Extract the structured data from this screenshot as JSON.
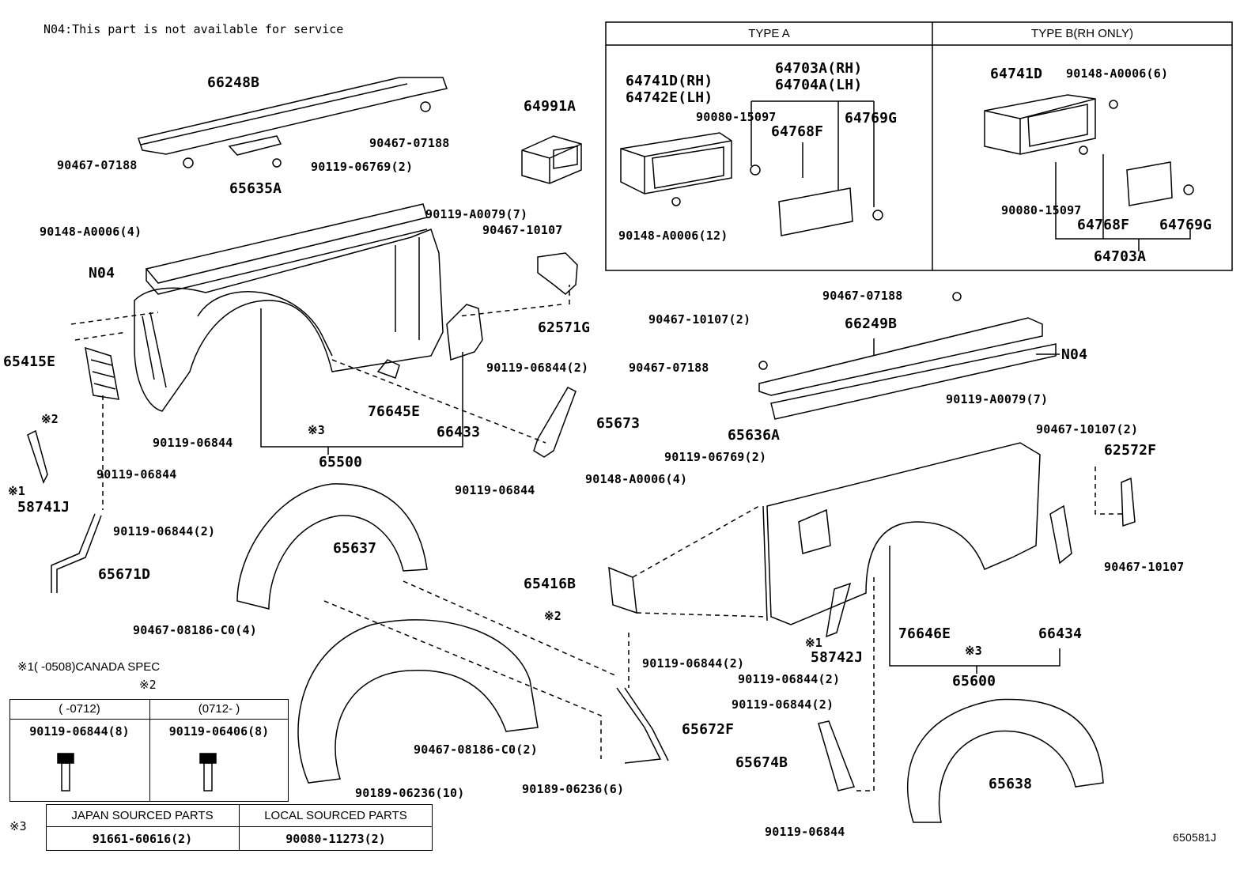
{
  "note_top": "N04:This part is not available for service",
  "ref_code": "650581J",
  "type_table": {
    "type_a": "TYPE A",
    "type_b": "TYPE B(RH ONLY)"
  },
  "labels": {
    "p66248B": "66248B",
    "p64991A": "64991A",
    "p90467_07188_a": "90467-07188",
    "p90467_07188_b": "90467-07188",
    "p90119_06769_2": "90119-06769(2)",
    "p65635A": "65635A",
    "p90148_A0006_4": "90148-A0006(4)",
    "p90119_A0079_7": "90119-A0079(7)",
    "p90467_10107": "90467-10107",
    "pN04_left": "N04",
    "p62571G": "62571G",
    "p90467_10107_2": "90467-10107(2)",
    "p65415E": "65415E",
    "p90119_06844_2_a": "90119-06844(2)",
    "p76645E": "76645E",
    "p66433": "66433",
    "p65673": "65673",
    "p90119_06844_a": "90119-06844",
    "p90119_06844_b": "90119-06844",
    "p90119_06844_c": "90119-06844",
    "p65500": "65500",
    "p58741J": "58741J",
    "p90119_06844_2_b": "90119-06844(2)",
    "p65637": "65637",
    "p65671D": "65671D",
    "p90467_08186_C0_4": "90467-08186-C0(4)",
    "p90467_08186_C0_2": "90467-08186-C0(2)",
    "p90189_06236_10": "90189-06236(10)",
    "p90189_06236_6": "90189-06236(6)",
    "pA_64741D": "64741D(RH)",
    "pA_64742E": "64742E(LH)",
    "pA_64703A": "64703A(RH)",
    "pA_64704A": "64704A(LH)",
    "pA_90080_15097": "90080-15097",
    "pA_64769G": "64769G",
    "pA_64768F": "64768F",
    "pA_90148_A0006_12": "90148-A0006(12)",
    "pB_64741D": "64741D",
    "pB_90148_A0006_6": "90148-A0006(6)",
    "pB_90080_15097": "90080-15097",
    "pB_64768F": "64768F",
    "pB_64769G": "64769G",
    "pB_64703A": "64703A",
    "r90467_07188_a": "90467-07188",
    "r66249B": "66249B",
    "r90467_07188_b": "90467-07188",
    "rN04": "N04",
    "r90119_A0079_7": "90119-A0079(7)",
    "r90467_10107_2": "90467-10107(2)",
    "r62572F": "62572F",
    "r65636A": "65636A",
    "r90119_06769_2": "90119-06769(2)",
    "r90148_A0006_4": "90148-A0006(4)",
    "r90467_10107": "90467-10107",
    "r65416B": "65416B",
    "r66434": "66434",
    "r76646E": "76646E",
    "r58742J": "58742J",
    "r90119_06844_2_a": "90119-06844(2)",
    "r90119_06844_2_b": "90119-06844(2)",
    "r90119_06844_2_c": "90119-06844(2)",
    "r65600": "65600",
    "r65672F": "65672F",
    "r65674B": "65674B",
    "r90119_06844": "90119-06844",
    "r65638": "65638"
  },
  "marks": {
    "x1": "※1",
    "x2": "※2",
    "x3": "※3"
  },
  "notes": {
    "canada": "※1(    -0508)CANADA SPEC",
    "x2_head": "※2",
    "x3_head": "※3"
  },
  "bolt_table": {
    "col1_head": "(    -0712)",
    "col2_head": "(0712-     )",
    "col1_part": "90119-06844(8)",
    "col2_part": "90119-06406(8)"
  },
  "source_table": {
    "japan_head": "JAPAN SOURCED PARTS",
    "local_head": "LOCAL SOURCED PARTS",
    "japan_part": "91661-60616(2)",
    "local_part": "90080-11273(2)"
  }
}
